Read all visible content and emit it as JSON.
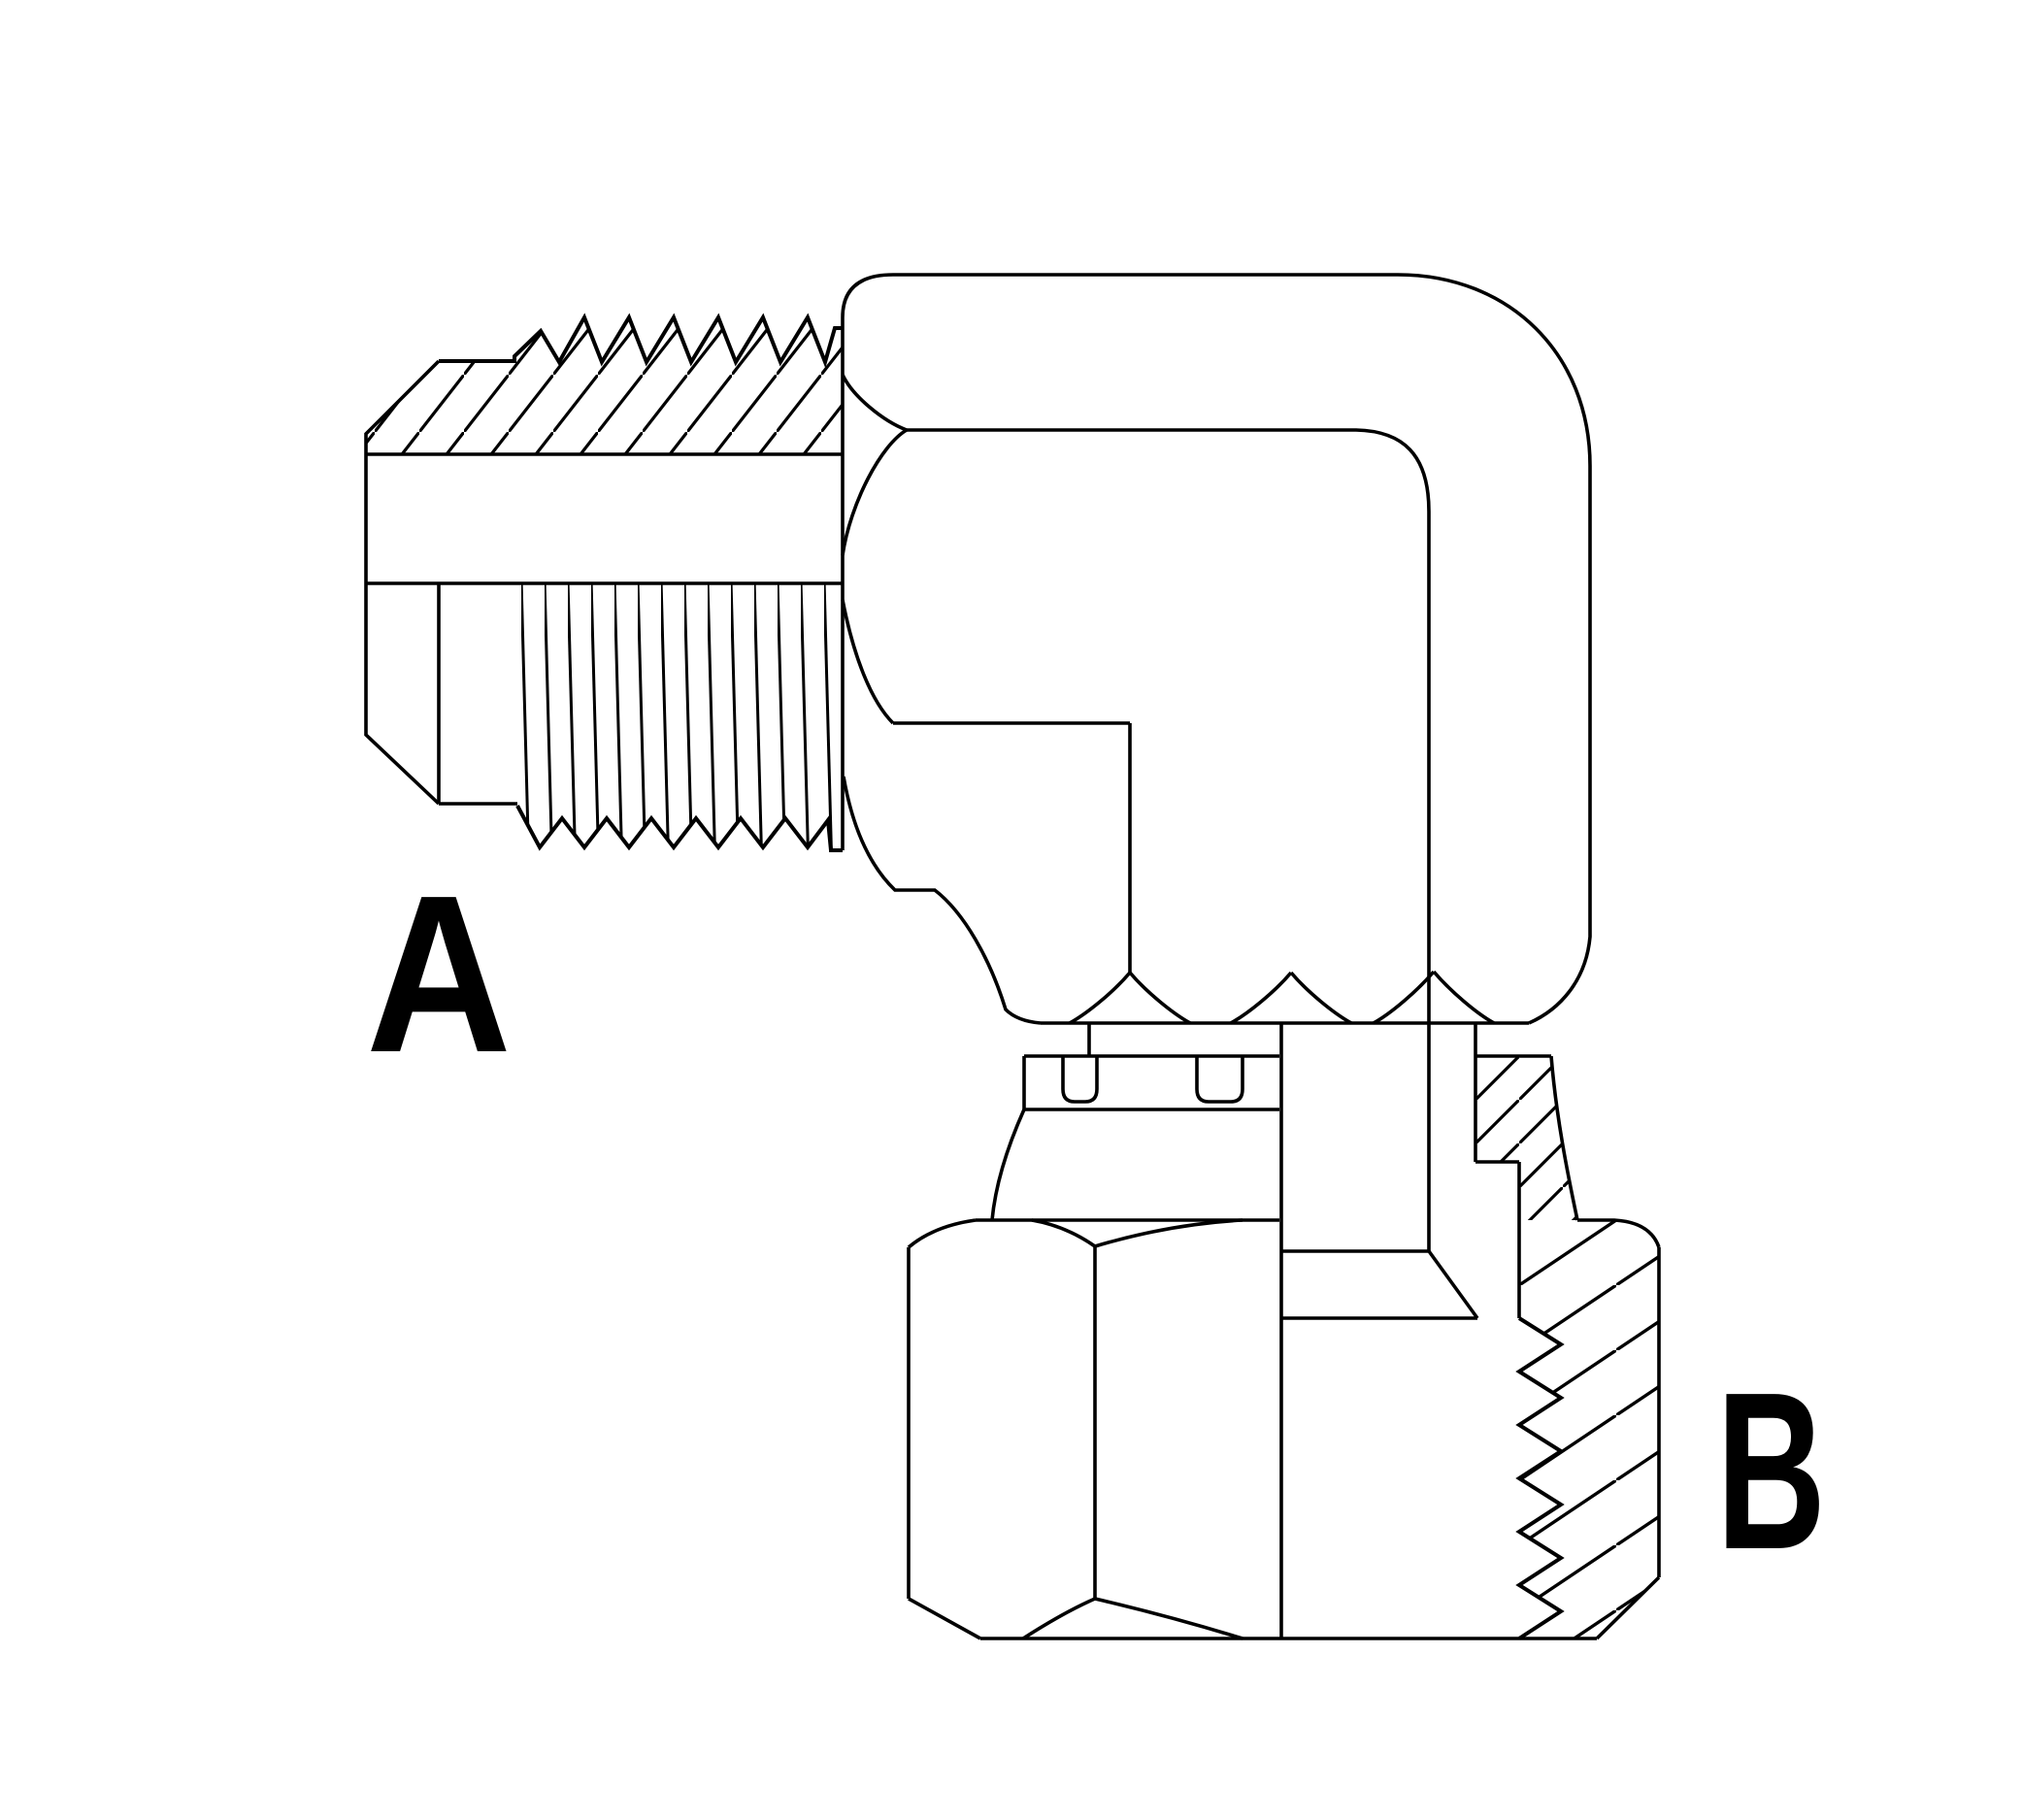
{
  "figure": {
    "background_color": "#ffffff",
    "line_color": "#000000",
    "labels": [
      {
        "id": "A",
        "text": "A"
      },
      {
        "id": "B",
        "text": "B"
      }
    ]
  }
}
